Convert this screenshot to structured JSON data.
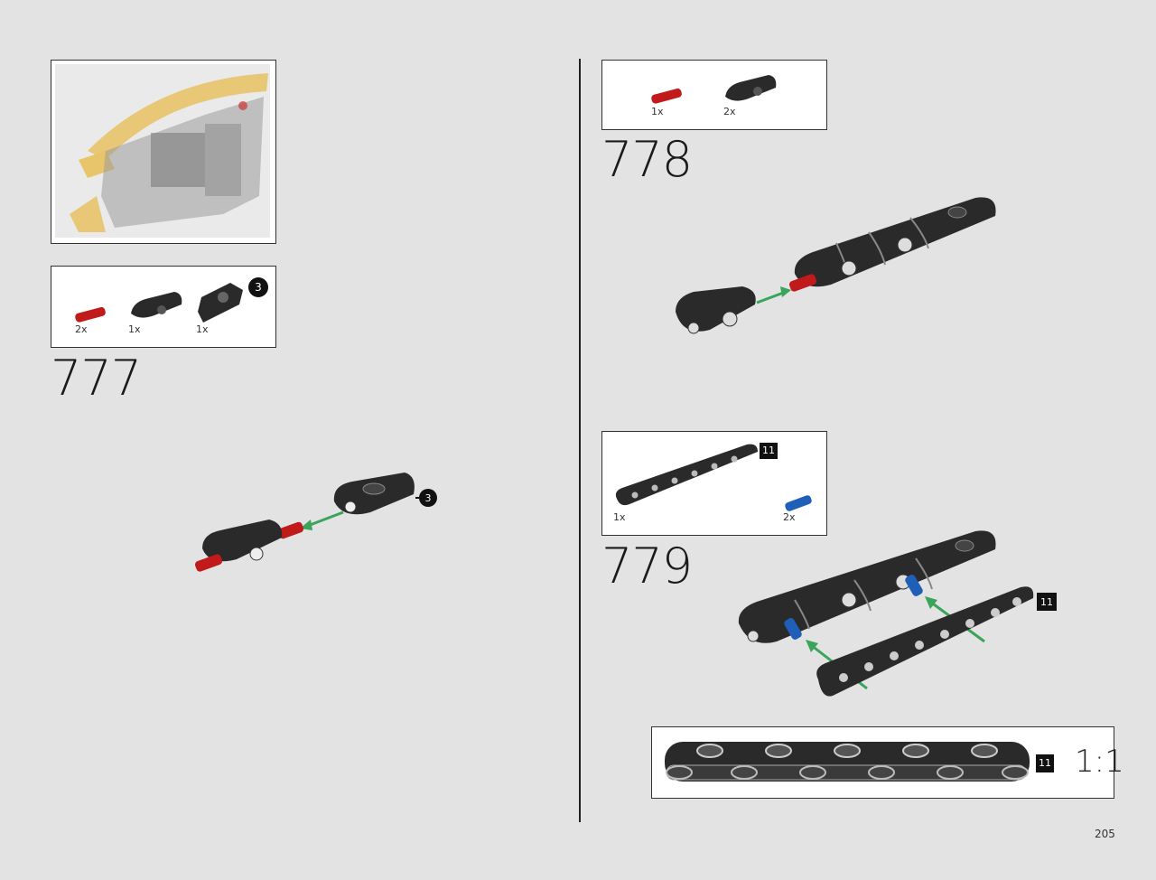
{
  "page_number": "205",
  "left": {
    "callout_thumbnail": {
      "alt": "assembled sub-model overview"
    },
    "step": {
      "number": "777",
      "parts": [
        {
          "qty": "2x",
          "icon": "red-axle-pin-icon"
        },
        {
          "qty": "1x",
          "icon": "black-panel-icon"
        },
        {
          "qty": "1x",
          "icon": "black-panel-3-icon",
          "badge": "3"
        }
      ],
      "assembly_badge": "3"
    }
  },
  "right": {
    "step_778": {
      "number": "778",
      "parts": [
        {
          "qty": "1x",
          "icon": "red-axle-pin-icon"
        },
        {
          "qty": "2x",
          "icon": "black-panel-icon"
        }
      ]
    },
    "step_779": {
      "number": "779",
      "parts": [
        {
          "qty": "1x",
          "icon": "beam-11-icon",
          "badge": "11"
        },
        {
          "qty": "2x",
          "icon": "blue-pin-icon"
        }
      ],
      "assembly_badge": "11"
    },
    "scale_box": {
      "badge": "11",
      "label": "1:1"
    }
  },
  "colors": {
    "background": "#e3e3e3",
    "part_black": "#2a2a2a",
    "pin_red": "#c01a1a",
    "pin_blue": "#1f5fb8",
    "arrow_green": "#3aa55a",
    "sub_yellow": "#e8c46a"
  }
}
